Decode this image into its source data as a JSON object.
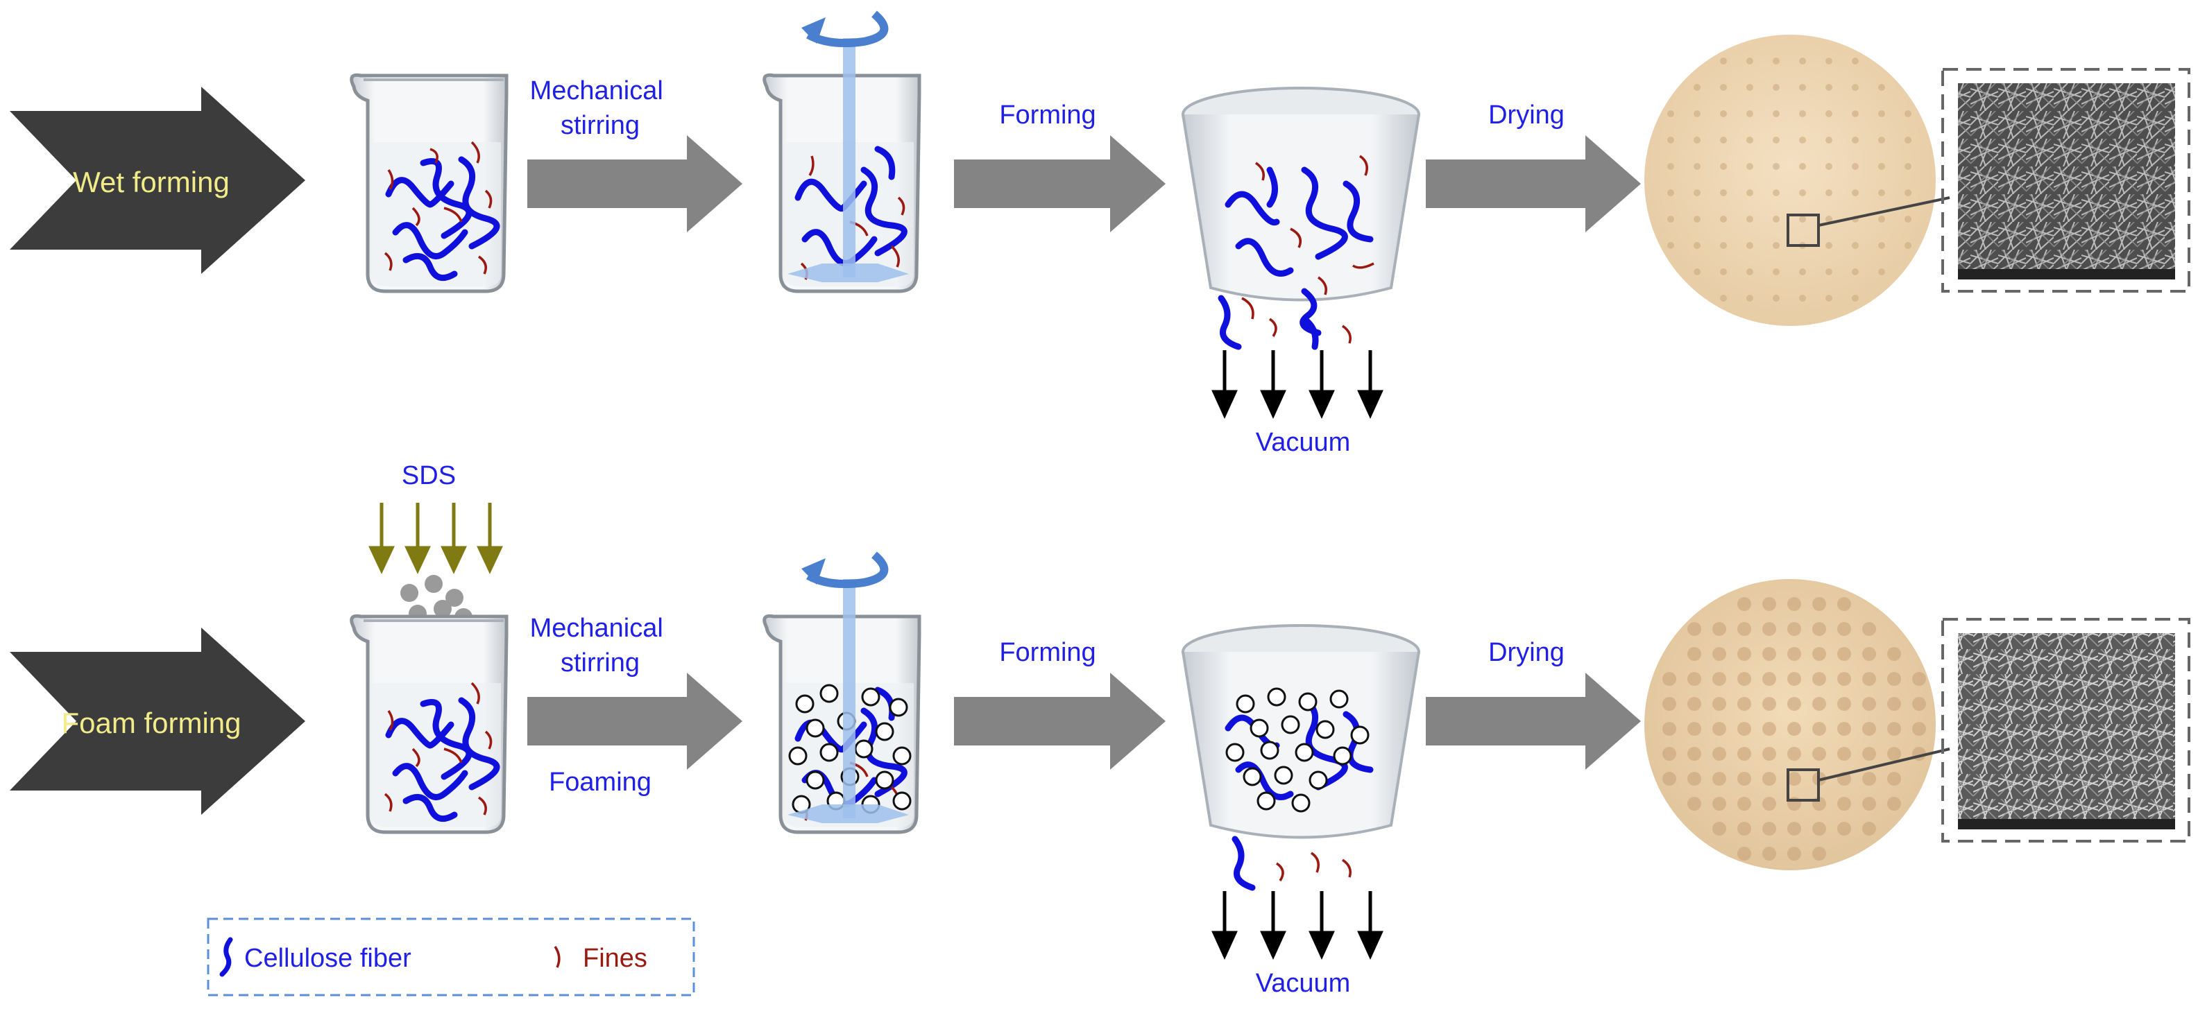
{
  "rows": [
    {
      "start_label": "Wet forming",
      "stage1_label": "Mechanical\nstirring",
      "stage1_sublabel": "",
      "stage2_label": "Forming",
      "stage3_label": "Drying",
      "vacuum_label": "Vacuum",
      "additive_label": ""
    },
    {
      "start_label": "Foam forming",
      "stage1_label": "Mechanical\nstirring",
      "stage1_sublabel": "Foaming",
      "stage2_label": "Forming",
      "stage3_label": "Drying",
      "vacuum_label": "Vacuum",
      "additive_label": "SDS"
    }
  ],
  "legend": {
    "fiber_label": "Cellulose fiber",
    "fines_label": "Fines"
  },
  "colors": {
    "label_blue": "#1f1fe6",
    "fiber_blue": "#1010dd",
    "fines_red": "#9a1a12",
    "big_arrow_fill": "#3c3c3c",
    "big_arrow_text": "#f2eb8a",
    "process_arrow": "#848484",
    "stir_arrow": "#4a7fd0",
    "sds_arrow": "#7f7a12",
    "paper_disc": "#efd7b4",
    "legend_border": "#5b8fd6"
  }
}
